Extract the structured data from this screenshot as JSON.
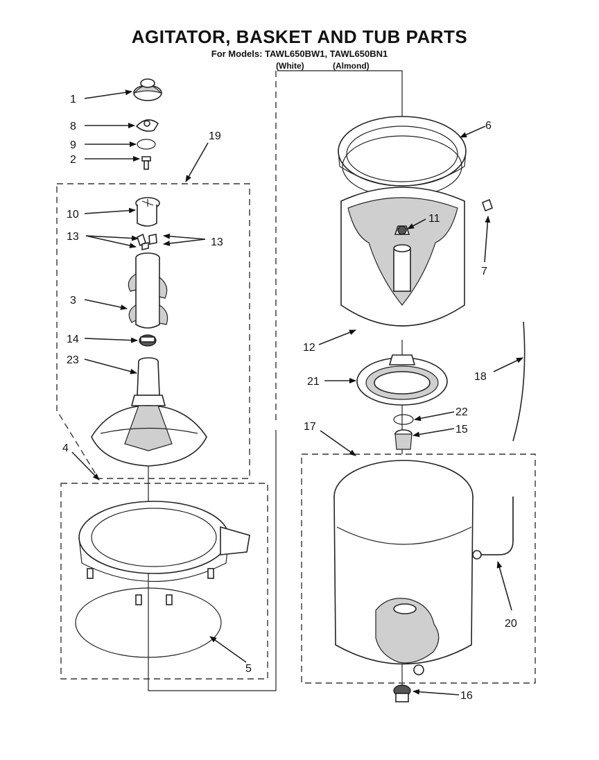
{
  "title": "AGITATOR, BASKET AND TUB PARTS",
  "models_line": "For Models: TAWL650BW1, TAWL650BN1",
  "variants": {
    "white": "(White)",
    "almond": "(Almond)"
  },
  "callouts": {
    "c1": "1",
    "c2": "2",
    "c3": "3",
    "c4": "4",
    "c5": "5",
    "c6": "6",
    "c7": "7",
    "c8": "8",
    "c9": "9",
    "c10": "10",
    "c11": "11",
    "c12": "12",
    "c13a": "13",
    "c13b": "13",
    "c14": "14",
    "c15": "15",
    "c16": "16",
    "c17": "17",
    "c18": "18",
    "c19": "19",
    "c20": "20",
    "c21": "21",
    "c22": "22",
    "c23": "23"
  }
}
